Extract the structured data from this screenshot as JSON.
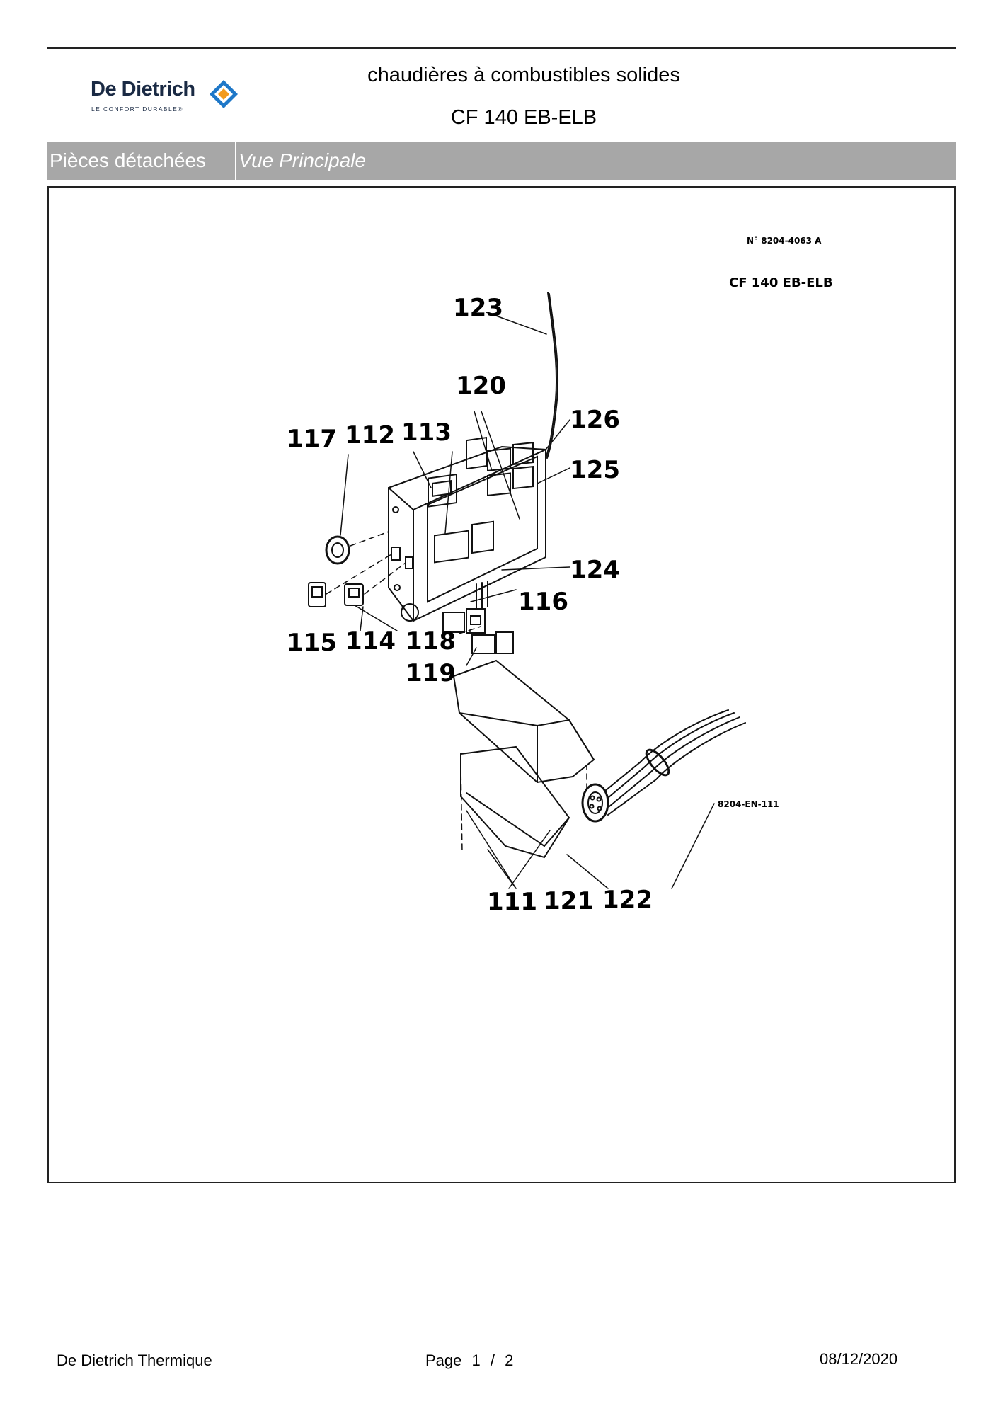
{
  "header": {
    "logo": {
      "name": "De Dietrich",
      "tagline": "LE CONFORT DURABLE®",
      "accent": "#1f78c8"
    },
    "title_line1": "chaudières à combustibles solides",
    "title_line2": "CF 140 EB-ELB"
  },
  "section_bar": {
    "category": "Pièces détachées",
    "view": "Vue Principale",
    "background": "#a7a7a7"
  },
  "diagram": {
    "doc_number": "N° 8204-4063  A",
    "model": "CF 140 EB-ELB",
    "drawing_ref": "8204-EN-111",
    "part_labels": {
      "p111": "111",
      "p112": "112",
      "p113": "113",
      "p114": "114",
      "p115": "115",
      "p116": "116",
      "p117": "117",
      "p118": "118",
      "p119": "119",
      "p120": "120",
      "p121": "121",
      "p122": "122",
      "p123": "123",
      "p124": "124",
      "p125": "125",
      "p126": "126"
    }
  },
  "footer": {
    "company": "De Dietrich Thermique",
    "page_label": "Page",
    "page_current": "1",
    "page_sep": "/",
    "page_total": "2",
    "date": "08/12/2020"
  }
}
